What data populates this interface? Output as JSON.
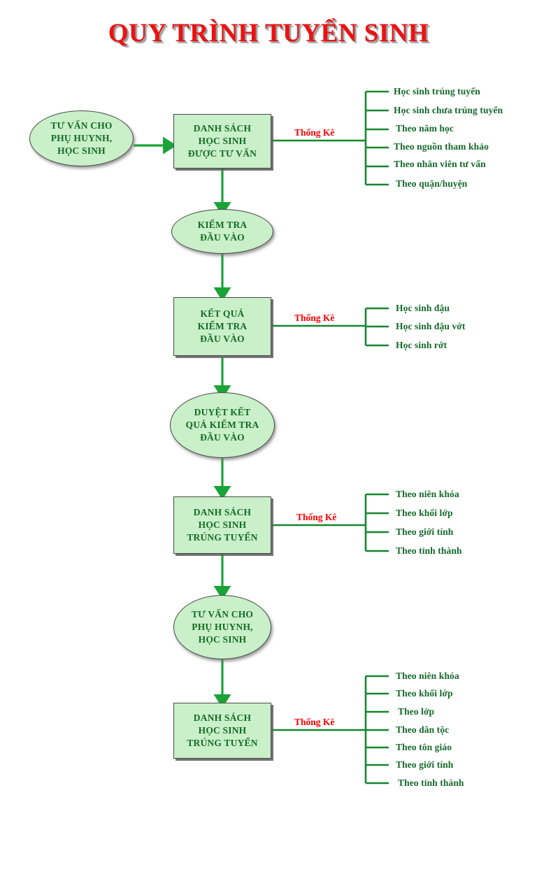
{
  "page": {
    "title": "QUY TRÌNH TUYỂN SINH",
    "title_color": "#ee1111",
    "node_fill": "#c9f0c9",
    "node_text_color": "#146b25",
    "connector_color": "#1aa337",
    "branch_line_color": "#15872f",
    "label_color": "#ff0000",
    "background": "#ffffff"
  },
  "nodes": [
    {
      "id": "n1",
      "shape": "ellipse",
      "text": "TƯ VẤN CHO\nPHỤ HUYNH,\nHỌC SINH"
    },
    {
      "id": "n2",
      "shape": "rect",
      "text": "DANH SÁCH\nHỌC SINH\nĐƯỢC TƯ VẤN"
    },
    {
      "id": "n3",
      "shape": "ellipse",
      "text": "KIỂM TRA\nĐẦU VÀO"
    },
    {
      "id": "n4",
      "shape": "rect",
      "text": "KẾT QUẢ\nKIỂM TRA\nĐẦU VÀO"
    },
    {
      "id": "n5",
      "shape": "ellipse",
      "text": "DUYỆT KẾT\nQUẢ KIỂM TRA\nĐẦU VÀO"
    },
    {
      "id": "n6",
      "shape": "rect",
      "text": "DANH SÁCH\nHỌC SINH\nTRÚNG TUYỂN"
    },
    {
      "id": "n7",
      "shape": "ellipse",
      "text": "TƯ VẤN CHO\nPHỤ HUYNH,\nHỌC SINH"
    },
    {
      "id": "n8",
      "shape": "rect",
      "text": "DANH SÁCH\nHỌC SINH\nTRÚNG TUYỂN"
    }
  ],
  "branches": [
    {
      "id": "b1",
      "source": "n2",
      "label": "Thống Kê",
      "items": [
        "Học sinh trúng tuyển",
        "Học sinh chưa trúng tuyển",
        "Theo năm học",
        "Theo nguồn tham khảo",
        "Theo nhân viên tư vấn",
        "Theo quận/huyện"
      ]
    },
    {
      "id": "b2",
      "source": "n4",
      "label": "Thống Kê",
      "items": [
        "Học sinh đậu",
        "Học sinh đậu vớt",
        "Học sinh rớt"
      ]
    },
    {
      "id": "b3",
      "source": "n6",
      "label": "Thống Kê",
      "items": [
        "Theo niên khóa",
        "Theo khối lớp",
        "Theo giới tính",
        "Theo tỉnh thành"
      ]
    },
    {
      "id": "b4",
      "source": "n8",
      "label": "Thống Kê",
      "items": [
        "Theo niên khóa",
        "Theo khối lớp",
        "Theo lớp",
        "Theo dân tộc",
        "Theo tôn giáo",
        "Theo giới tính",
        "Theo tỉnh thành"
      ]
    }
  ]
}
